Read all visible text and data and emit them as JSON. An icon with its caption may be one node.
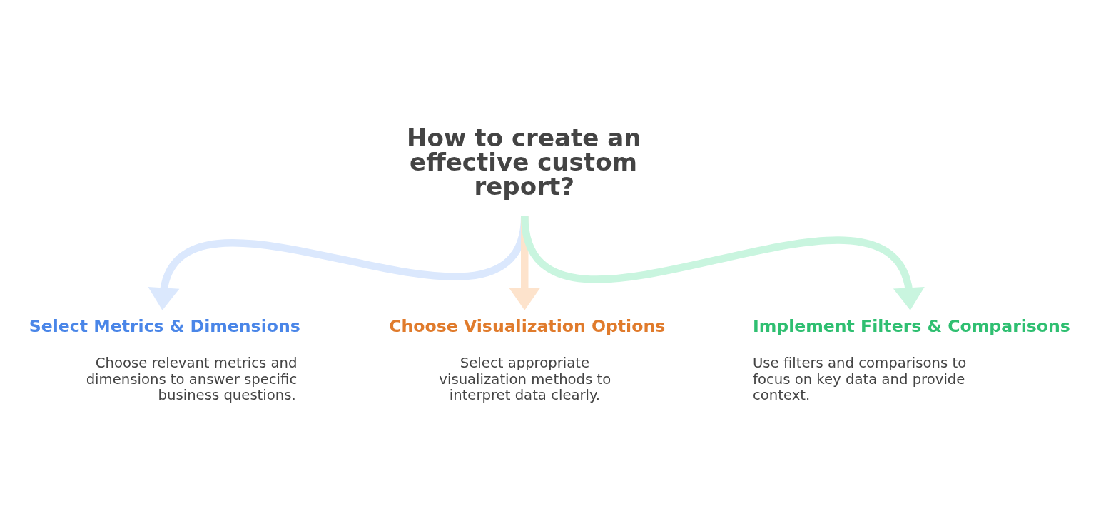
{
  "diagram": {
    "nodes": [
      {
        "text": [
          "How to create an effective custom report?"
        ]
      },
      {
        "text": [
          "Select Metrics & Dimensions",
          "Choose relevant metrics and dimensions to answer specific business questions."
        ]
      },
      {
        "text": [
          "Choose Visualization Options",
          "Select appropriate visualization methods to interpret data clearly."
        ]
      },
      {
        "text": [
          "Implement Filters & Comparisons",
          "Use filters and comparisons to focus on key data and provide context."
        ]
      }
    ],
    "edges": [
      {
        "from": 0,
        "to": 1,
        "arrow": "to",
        "color": "#dbe8fd"
      },
      {
        "from": 0,
        "to": 2,
        "arrow": "to",
        "color": "#fde3cc"
      },
      {
        "from": 0,
        "to": 3,
        "arrow": "to",
        "color": "#c9f5df"
      }
    ]
  }
}
